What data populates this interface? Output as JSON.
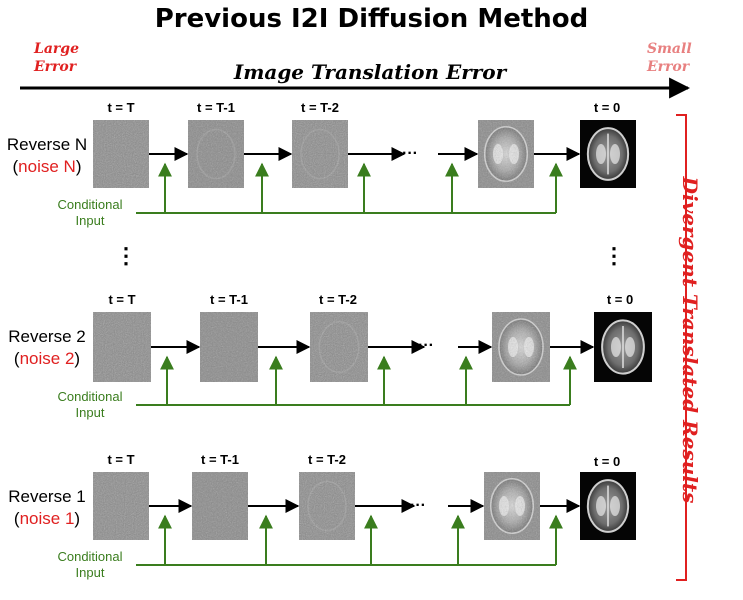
{
  "title": "Previous I2I Diffusion Method",
  "error_axis": {
    "left_line1": "Large",
    "left_line2": "Error",
    "right_line1": "Small",
    "right_line2": "Error",
    "label": "Image Translation Error"
  },
  "rows": [
    {
      "label_line1": "Reverse N",
      "open_paren": "(",
      "noise": "noise N",
      "close_paren": ")",
      "cond_line1": "Conditional",
      "cond_line2": "Input",
      "timesteps": [
        "t = T",
        "t = T-1",
        "t = T-2",
        "t = 0"
      ],
      "ellipsis": "···"
    },
    {
      "label_line1": "Reverse 2",
      "open_paren": "(",
      "noise": "noise 2",
      "close_paren": ")",
      "cond_line1": "Conditional",
      "cond_line2": "Input",
      "timesteps": [
        "t = T",
        "t = T-1",
        "t = T-2",
        "t = 0"
      ],
      "ellipsis": "···"
    },
    {
      "label_line1": "Reverse 1",
      "open_paren": "(",
      "noise": "noise 1",
      "close_paren": ")",
      "cond_line1": "Conditional",
      "cond_line2": "Input",
      "timesteps": [
        "t = T",
        "t = T-1",
        "t = T-2",
        "t = 0"
      ],
      "ellipsis": "···"
    }
  ],
  "vertical_dots": "⋮",
  "side_label": "Divergent Translated Results",
  "colors": {
    "accent_red": "#e02020",
    "light_red": "#e88080",
    "conditional_green": "#3a7d1e",
    "noise_gray": "#8a8a8a"
  }
}
